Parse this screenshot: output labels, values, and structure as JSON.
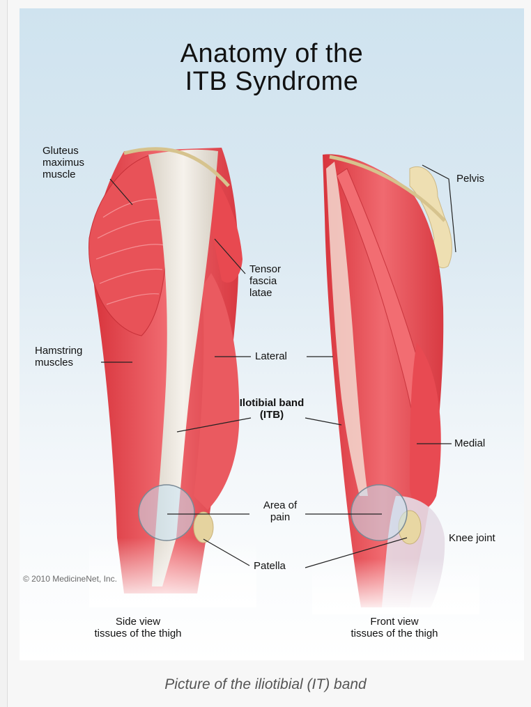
{
  "title_line1": "Anatomy of the",
  "title_line2": "ITB Syndrome",
  "labels": {
    "gluteus": [
      "Gluteus",
      "maximus",
      "muscle"
    ],
    "tensor": [
      "Tensor",
      "fascia",
      "latae"
    ],
    "hamstring": [
      "Hamstring",
      "muscles"
    ],
    "lateral": "Lateral",
    "itb": [
      "Ilotibial band",
      "(ITB)"
    ],
    "area": [
      "Area of",
      "pain"
    ],
    "patella": "Patella",
    "pelvis": "Pelvis",
    "medial": "Medial",
    "knee": "Knee joint"
  },
  "views": {
    "side": [
      "Side view",
      "tissues of the thigh"
    ],
    "front": [
      "Front view",
      "tissues of the thigh"
    ]
  },
  "copyright": "© 2010 MedicineNet, Inc.",
  "caption": "Picture of the iliotibial (IT) band",
  "colors": {
    "muscle": "#e8474e",
    "muscle_light": "#f07a7f",
    "tendon": "#ece6dc",
    "bone": "#e9d8a8",
    "pain_circle": "#c9e4f4"
  }
}
